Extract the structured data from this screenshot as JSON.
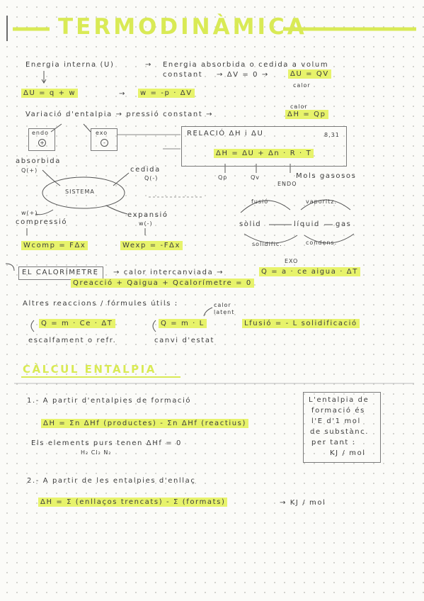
{
  "title": "TERMODINÀMICA",
  "colors": {
    "highlight": "#e7f36b",
    "title": "#d9ea55",
    "ink": "#3c3c3c"
  },
  "internal": {
    "left": "Energia interna (U)",
    "arrow1": "→",
    "right_l1": "Energia absorbida o cedida a volum",
    "right_l2": "constant",
    "dv": "→ ΔV = 0 →",
    "result": "ΔU = QV",
    "note": "calor",
    "formula1": "ΔU = q + w",
    "arrow2": "→",
    "formula2": "w = -p · ΔV"
  },
  "enthalpy": {
    "line": "Variació d'entalpia → pressió constant →",
    "note": "calor",
    "result": "ΔH = Qp",
    "endo": "endo",
    "endo_sign": "+",
    "exo": "exo",
    "exo_sign": "-"
  },
  "relation": {
    "label": "RELACIÓ ΔH i ΔU",
    "const": "8,31",
    "formula": "ΔH = ΔU + Δn · R · T",
    "qp": "Qp",
    "qv": "Qv",
    "moles": "Mols gasosos"
  },
  "system": {
    "label": "SISTEMA",
    "absorbida": "absorbida",
    "q_plus": "Q(+)",
    "cedida": "cedida",
    "q_minus": "Q(-)",
    "w_plus": "w(+)",
    "compressio": "compressió",
    "expansio": "expansió",
    "w_minus": "w(-)",
    "wcomp": "Wcomp = FΔx",
    "wexp": "Wexp = -FΔx"
  },
  "states": {
    "endo": "ENDO",
    "fusio": "fusió",
    "vaporitz": "vaporitz.",
    "solid": "sòlid",
    "liquid": "líquid",
    "gas": "gas",
    "solidific": "solidific.",
    "condens": "condens.",
    "exo": "EXO"
  },
  "calorimetre": {
    "label": "EL CALORÍMETRE",
    "text": "→ calor intercanviada →",
    "formula": "Q = a · ce aigua · ΔT",
    "sum": "Qreacció + Qaigua + Qcalorímetre = 0"
  },
  "others": {
    "line": "Altres reaccions / fórmules útils :",
    "latent_note_1": "calor",
    "latent_note_2": "latent",
    "f1": "Q = m · Ce · ΔT",
    "f2": "Q = m · L",
    "f3": "Lfusió = - L solidificació",
    "d1": "escalfament o refr.",
    "d2": "canvi d'estat"
  },
  "calcul": {
    "heading": "CÀLCUL ENTALPIA",
    "item1": "1.- A partir d'entalpies de formació",
    "formula1": "ΔH = Σn ΔHf (productes) - Σn ΔHf (reactius)",
    "pure_line": "Els elements purs tenen ΔHf = 0",
    "pure_examples": "H₂ Cl₂ N₂",
    "note": [
      "L'entalpia de",
      "formació és",
      "l'E d'1 mol",
      "de substànc.",
      "per tant :",
      "KJ / mol"
    ],
    "item2": "2.- A partir de les entalpies d'enllaç",
    "formula2": "ΔH = Σ (enllaços trencats) - Σ (formats)",
    "unit2": "→ KJ / mol"
  }
}
